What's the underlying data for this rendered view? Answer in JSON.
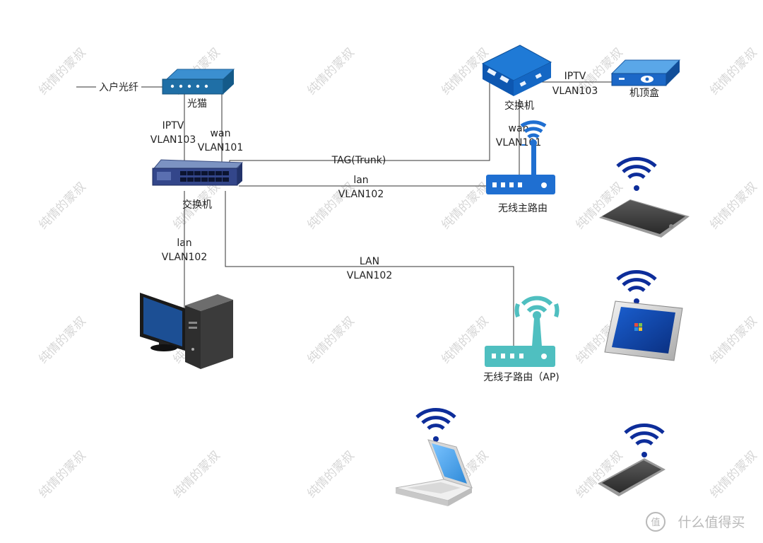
{
  "labels": {
    "fiber": "入户光纤",
    "modem": "光猫",
    "modem_iptv_1": "IPTV",
    "modem_iptv_2": "VLAN103",
    "modem_wan_1": "wan",
    "modem_wan_2": "VLAN101",
    "switch_left": "交换机",
    "trunk": "TAG(Trunk)",
    "lan_main_1": "lan",
    "lan_main_2": "VLAN102",
    "pc_lan_1": "lan",
    "pc_lan_2": "VLAN102",
    "ap_lan_1": "LAN",
    "ap_lan_2": "VLAN102",
    "switch_right": "交换机",
    "stb_iptv_1": "IPTV",
    "stb_iptv_2": "VLAN103",
    "stb": "机顶盒",
    "router_wan_1": "wan",
    "router_wan_2": "VLAN101",
    "main_router": "无线主路由",
    "ap": "无线子路由（AP)"
  },
  "watermark": "纯情的蒙叔",
  "brand": {
    "logo_glyph": "值",
    "text": "什么值得买"
  },
  "colors": {
    "blue_device": "#1565c0",
    "steel_device": "#1f6fa6",
    "wifi": "#0d2d9a",
    "ap_teal": "#4fbfc0",
    "line": "#333333"
  }
}
